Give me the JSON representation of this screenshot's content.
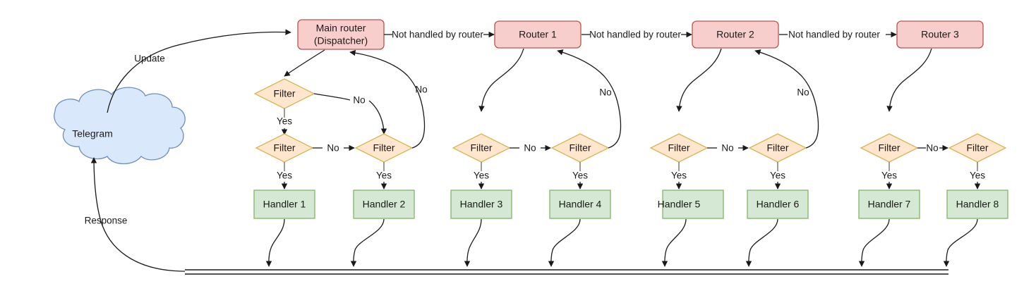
{
  "diagram": {
    "title": "Telegram bot dispatcher routing flow",
    "background": "#ffffff",
    "colors": {
      "router_fill": "#f8cecc",
      "router_stroke": "#b85450",
      "filter_fill": "#ffe6cc",
      "filter_stroke": "#d6b656",
      "handler_fill": "#d5e8d4",
      "handler_stroke": "#82b366",
      "cloud_fill": "#dae8fc",
      "cloud_stroke": "#6c8ebf",
      "edge_stroke": "#1a1a1a",
      "text": "#1a1a1a"
    },
    "source": {
      "label": "Telegram"
    },
    "routers": [
      {
        "id": "main",
        "line1": "Main router",
        "line2": "(Dispatcher)"
      },
      {
        "id": "r1",
        "line1": "Router 1",
        "line2": ""
      },
      {
        "id": "r2",
        "line1": "Router 2",
        "line2": ""
      },
      {
        "id": "r3",
        "line1": "Router 3",
        "line2": ""
      }
    ],
    "filters": [
      {
        "id": "f0",
        "label": "Filter"
      },
      {
        "id": "f1",
        "label": "Filter"
      },
      {
        "id": "f2",
        "label": "Filter"
      },
      {
        "id": "f3",
        "label": "Filter"
      },
      {
        "id": "f4",
        "label": "Filter"
      },
      {
        "id": "f5",
        "label": "Filter"
      },
      {
        "id": "f6",
        "label": "Filter"
      },
      {
        "id": "f7",
        "label": "Filter"
      },
      {
        "id": "f8",
        "label": "Filter"
      }
    ],
    "handlers": [
      {
        "id": "h1",
        "label": "Handler 1"
      },
      {
        "id": "h2",
        "label": "Handler 2"
      },
      {
        "id": "h3",
        "label": "Handler 3"
      },
      {
        "id": "h4",
        "label": "Handler 4"
      },
      {
        "id": "h5",
        "label": "Handler 5"
      },
      {
        "id": "h6",
        "label": "Handler 6"
      },
      {
        "id": "h7",
        "label": "Handler 7"
      },
      {
        "id": "h8",
        "label": "Handler 8"
      }
    ],
    "edge_labels": {
      "update": "Update",
      "response": "Response",
      "not_handled_1": "Not handled by router",
      "not_handled_2": "Not handled by router",
      "not_handled_3": "Not handled by router",
      "yes": "Yes",
      "no": "No",
      "yes_list": [
        "Yes",
        "Yes",
        "Yes",
        "Yes",
        "Yes",
        "Yes",
        "Yes",
        "Yes",
        "Yes"
      ],
      "no_list": [
        "No",
        "No",
        "No",
        "No",
        "No",
        "No",
        "No",
        "No",
        "No",
        "No",
        "No"
      ]
    }
  }
}
